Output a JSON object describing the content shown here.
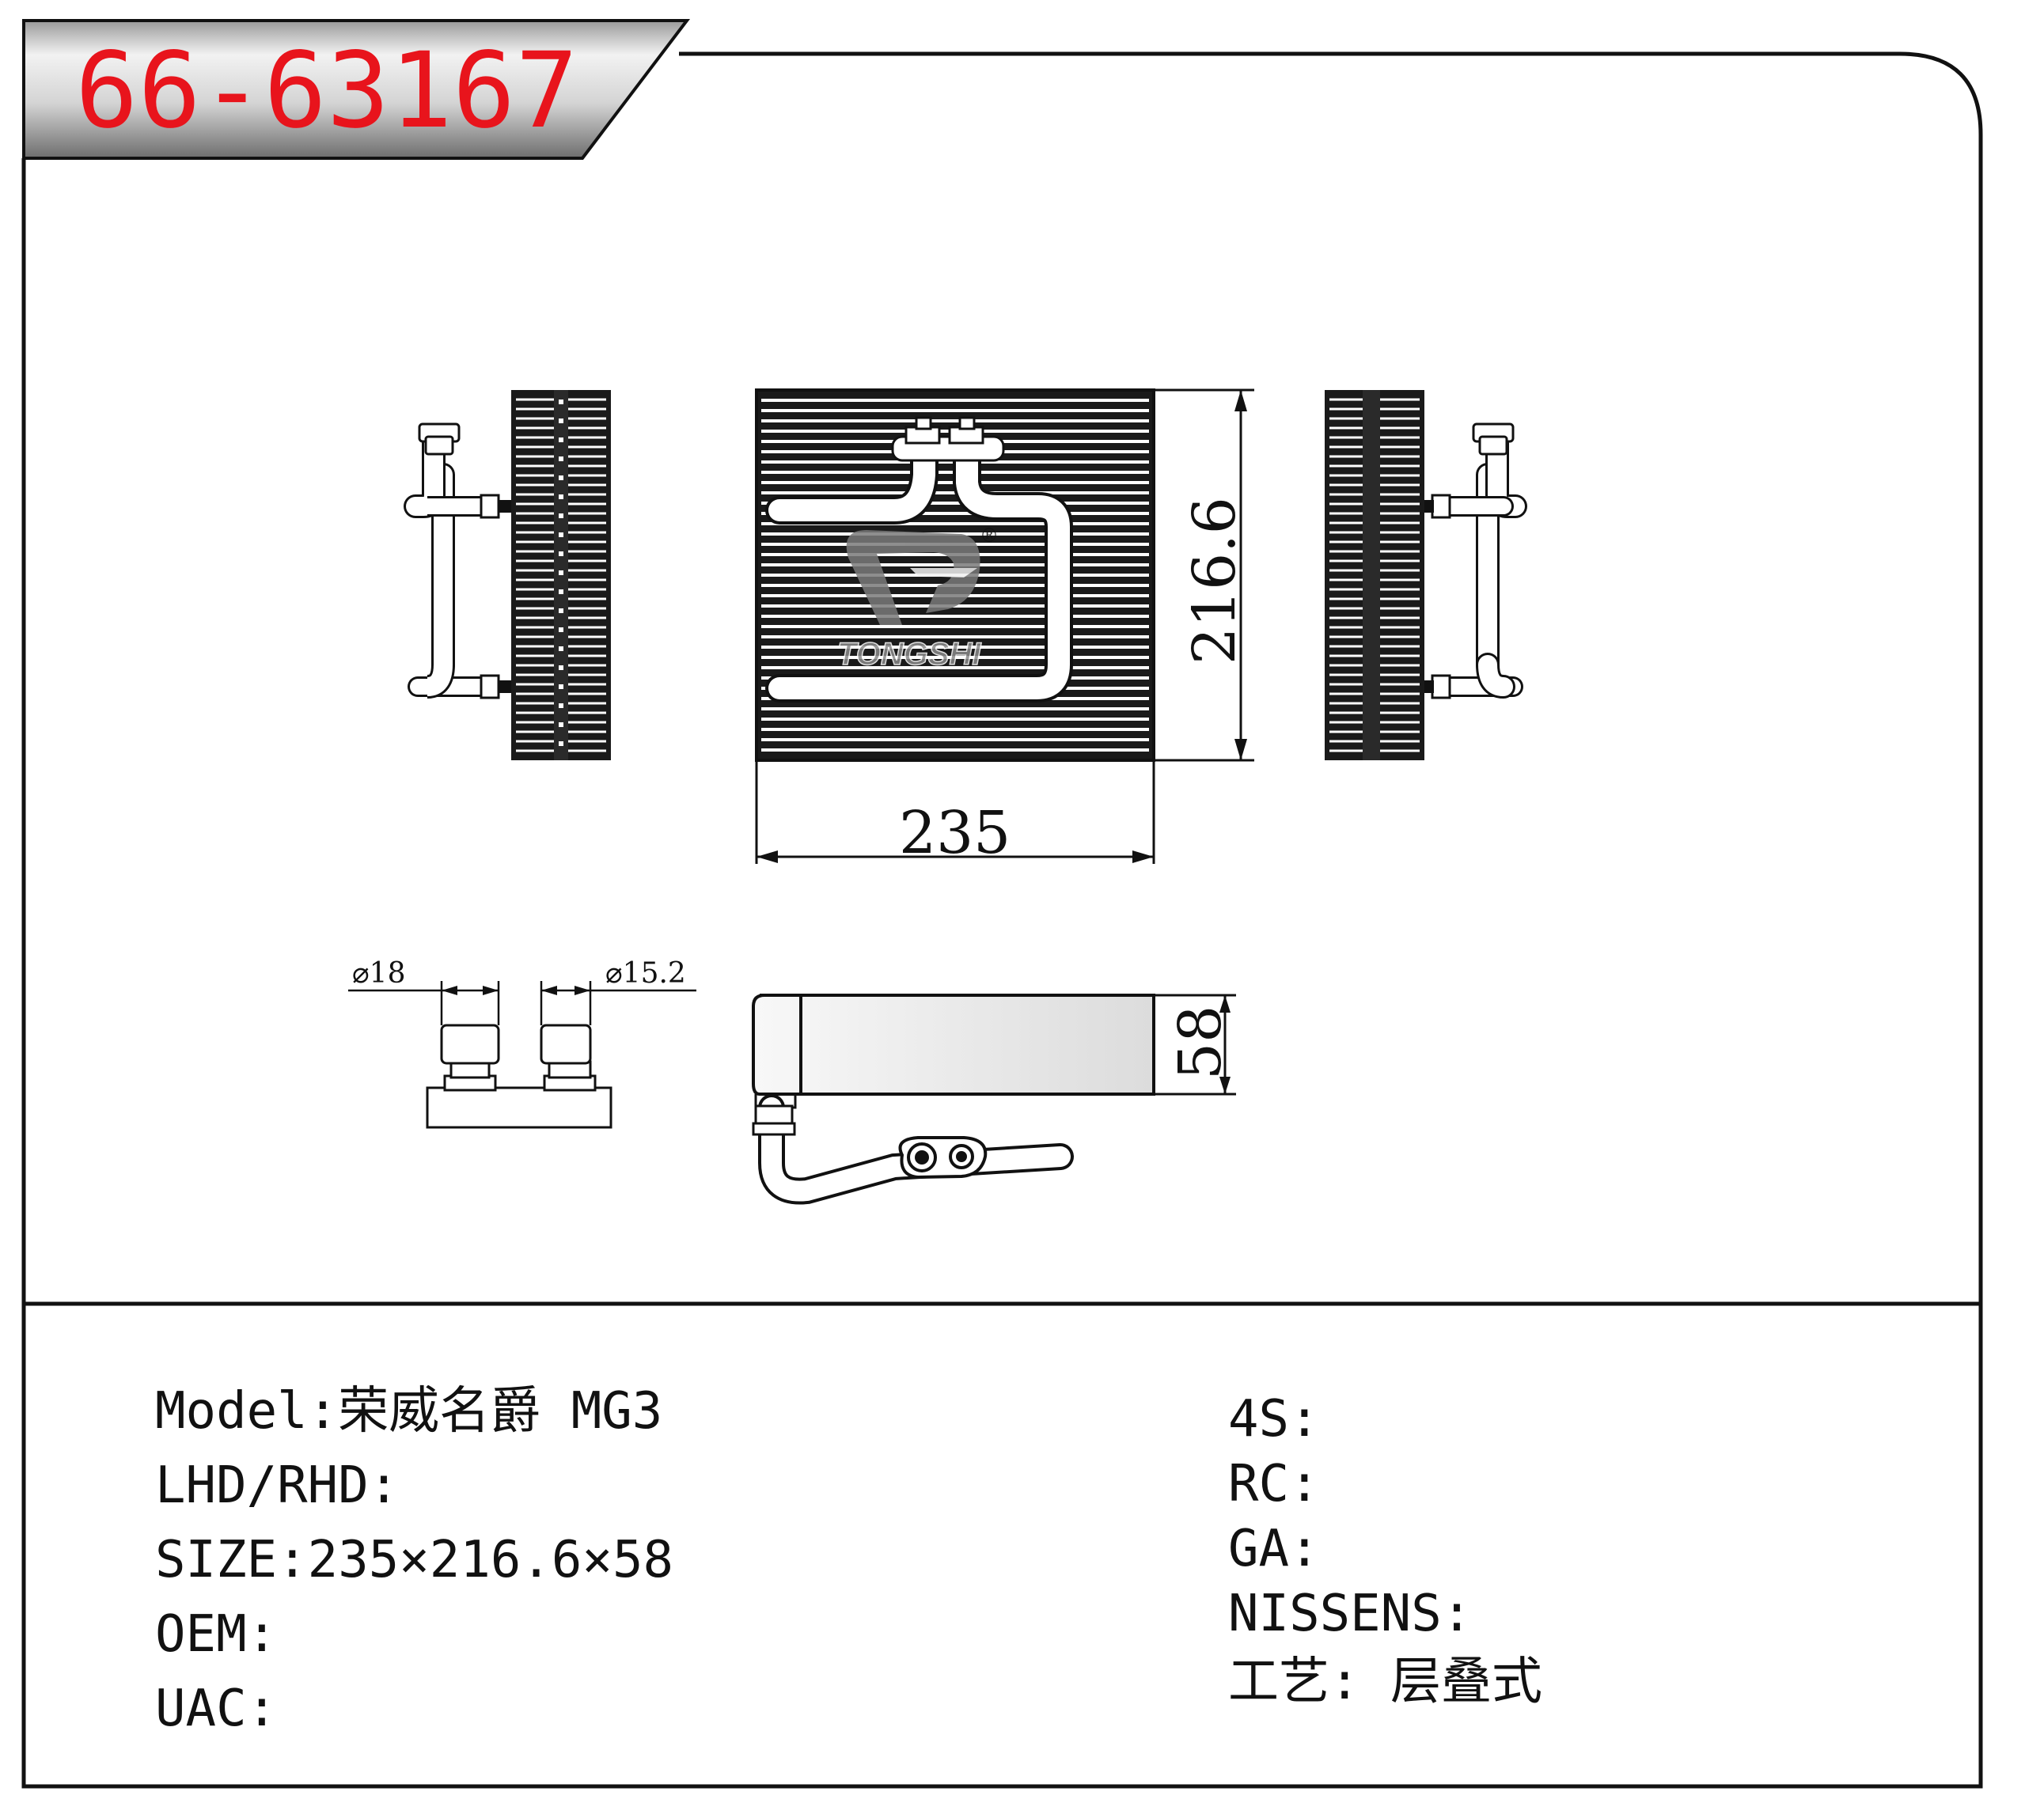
{
  "part_number": "66-63167",
  "logo": {
    "brand": "TONGSHI",
    "registered_mark": "®"
  },
  "dimensions": {
    "width": "235",
    "height": "216.6",
    "depth": "58",
    "port_large": "⌀18",
    "port_small": "⌀15.2"
  },
  "specs_left": [
    {
      "key": "model",
      "text": "Model:荣威名爵 MG3"
    },
    {
      "key": "lhd_rhd",
      "text": "LHD/RHD:"
    },
    {
      "key": "size",
      "text": "SIZE:235×216.6×58"
    },
    {
      "key": "oem",
      "text": "OEM:"
    },
    {
      "key": "uac",
      "text": "UAC:"
    }
  ],
  "specs_right": [
    {
      "key": "4s",
      "text": "4S:"
    },
    {
      "key": "rc",
      "text": "RC:"
    },
    {
      "key": "ga",
      "text": "GA:"
    },
    {
      "key": "nissens",
      "text": "NISSENS:"
    },
    {
      "key": "process",
      "text": "工艺: 层叠式"
    }
  ],
  "colors": {
    "part_number_text": "#e8141c",
    "line": "#111111",
    "logo": "#7a7a7a"
  }
}
